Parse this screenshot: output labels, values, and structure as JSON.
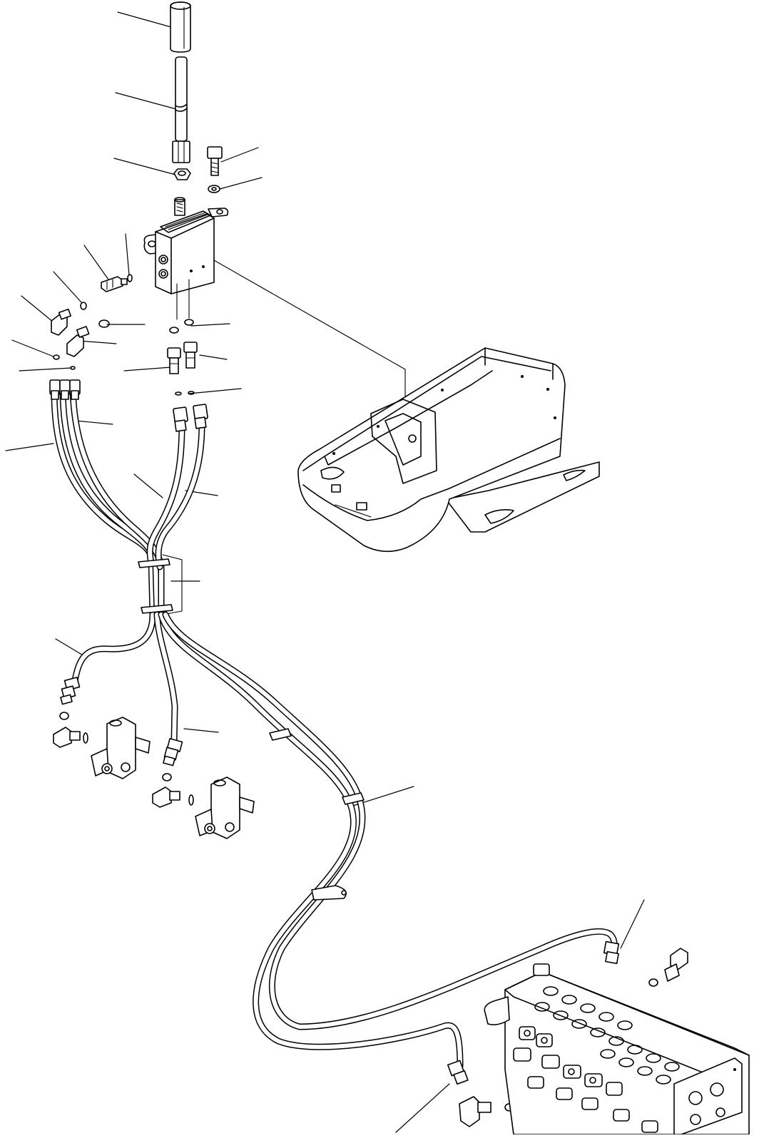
{
  "figure": {
    "type": "exploded-parts-diagram",
    "background": "#ffffff",
    "line_color": "#000000",
    "text_labels": []
  },
  "components": [
    {
      "id": "lever-knob"
    },
    {
      "id": "lever-rod"
    },
    {
      "id": "lock-nut"
    },
    {
      "id": "bolt"
    },
    {
      "id": "washer"
    },
    {
      "id": "pilot-valve"
    },
    {
      "id": "valve-bracket-housing"
    },
    {
      "id": "hose-bundle"
    },
    {
      "id": "hose-clamp"
    },
    {
      "id": "shuttle-valve"
    },
    {
      "id": "control-valve"
    },
    {
      "id": "elbow-fitting"
    },
    {
      "id": "connector-fitting"
    },
    {
      "id": "o-ring"
    }
  ]
}
